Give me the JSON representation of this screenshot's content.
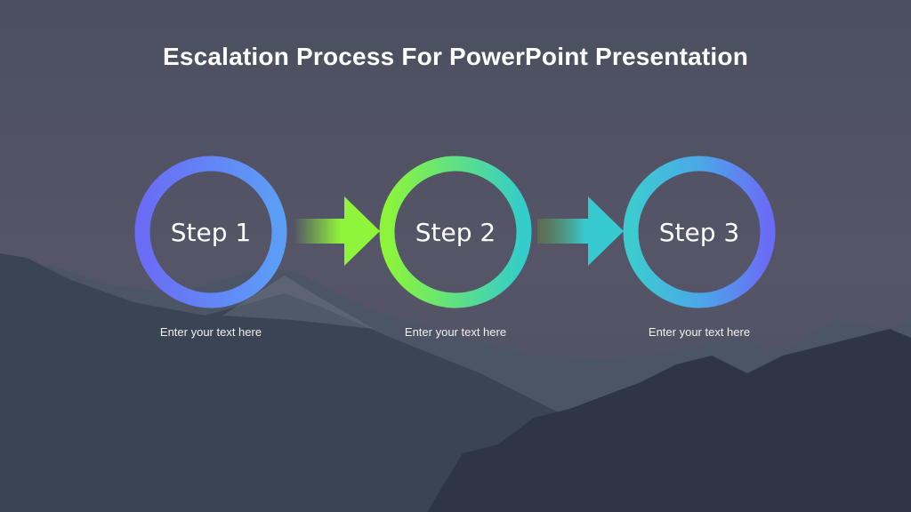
{
  "slide": {
    "title": "Escalation Process For PowerPoint Presentation",
    "background": {
      "sky_top": "#4b5060",
      "sky_mid": "#55566a",
      "mountain": "#3a4556",
      "forest": "#2c3444"
    }
  },
  "steps": [
    {
      "label": "Step 1",
      "caption": "Enter your text here",
      "ring_colors": [
        "#6a6cf5",
        "#5b9cf6"
      ]
    },
    {
      "label": "Step 2",
      "caption": "Enter your text here",
      "ring_colors": [
        "#8cf53a",
        "#33cccc"
      ]
    },
    {
      "label": "Step 3",
      "caption": "Enter your text here",
      "ring_colors": [
        "#3ccccf",
        "#6a6cf5"
      ]
    }
  ],
  "arrows": [
    {
      "from": "Step 1",
      "to": "Step 2",
      "color": "#8ff53a"
    },
    {
      "from": "Step 2",
      "to": "Step 3",
      "color": "#36c9cf"
    }
  ]
}
